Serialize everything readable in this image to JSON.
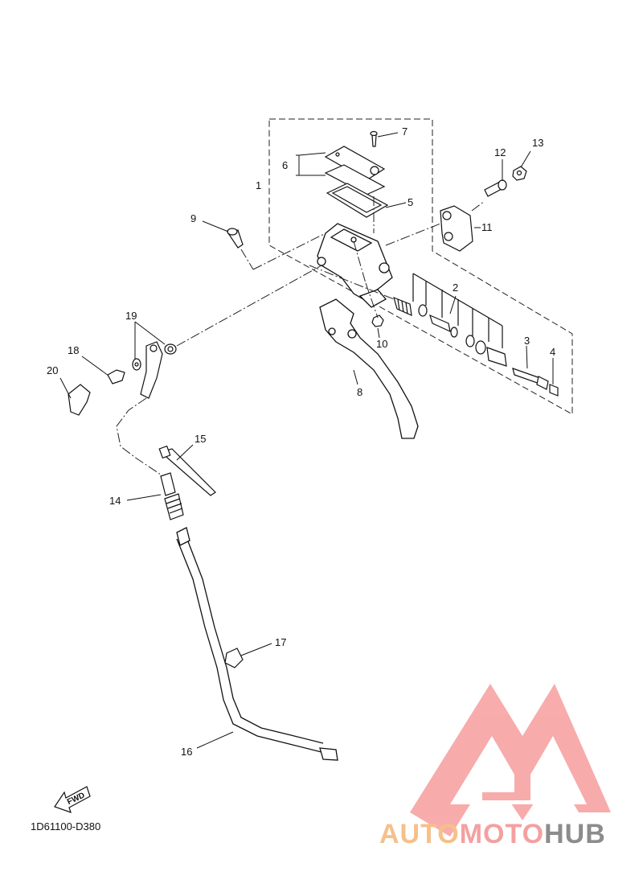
{
  "diagram": {
    "code": "1D61100-D380",
    "fwd_label": "FWD",
    "labels": {
      "p1": "1",
      "p2": "2",
      "p3": "3",
      "p4": "4",
      "p5": "5",
      "p6": "6",
      "p7": "7",
      "p8": "8",
      "p9": "9",
      "p10": "10",
      "p11": "11",
      "p12": "12",
      "p13": "13",
      "p14": "14",
      "p15": "15",
      "p16": "16",
      "p17": "17",
      "p18": "18",
      "p19": "19",
      "p20": "20"
    }
  },
  "watermark": {
    "part1": "AUTO",
    "part2": "MOTO",
    "part3": "HUB",
    "logo_color": "#f4a0a0"
  }
}
